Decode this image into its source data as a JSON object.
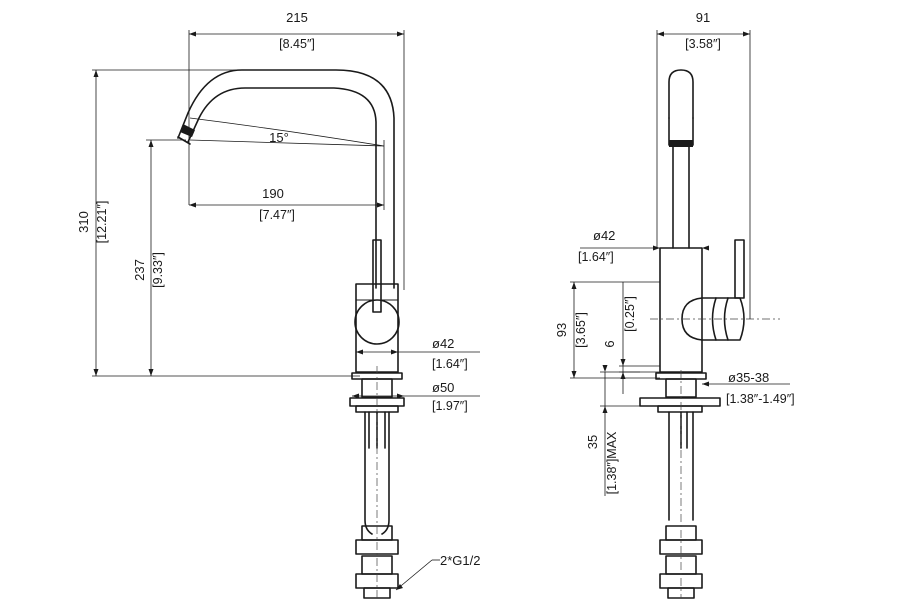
{
  "front_view": {
    "width_mm": "215",
    "width_in": "[8.45″]",
    "height_mm": "310",
    "height_in": "[12.21″]",
    "spout_height_mm": "237",
    "spout_height_in": "[9.33″]",
    "reach_mm": "190",
    "reach_in": "[7.47″]",
    "angle": "15°",
    "body_dia_mm": "ø42",
    "body_dia_in": "[1.64″]",
    "base_dia_mm": "ø50",
    "base_dia_in": "[1.97″]",
    "connection": "2*G1/2"
  },
  "side_view": {
    "depth_mm": "91",
    "depth_in": "[3.58″]",
    "body_dia_mm": "ø42",
    "body_dia_in": "[1.64″]",
    "handle_height_mm": "93",
    "handle_height_in": "[3.65″]",
    "offset_mm": "6",
    "offset_in": "[0.25″]",
    "hole_dia_mm": "ø35-38",
    "hole_dia_in": "[1.38″-1.49″]",
    "deck_max_mm": "35",
    "deck_max_in": "[1.38″]MAX"
  }
}
